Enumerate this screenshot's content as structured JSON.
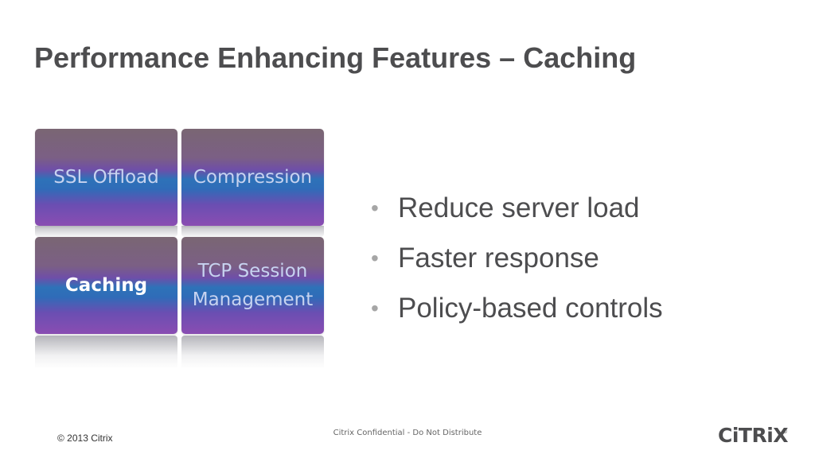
{
  "slide": {
    "title": "Performance Enhancing Features – Caching"
  },
  "tiles": [
    {
      "lines": [
        "SSL Offload"
      ],
      "active": false
    },
    {
      "lines": [
        "Compression"
      ],
      "active": false
    },
    {
      "lines": [
        "Caching"
      ],
      "active": true
    },
    {
      "lines": [
        "TCP Session",
        "Management"
      ],
      "active": false
    }
  ],
  "bullets": [
    "Reduce server load",
    "Faster response",
    "Policy-based controls"
  ],
  "footer": {
    "copyright": "© 2013 Citrix",
    "confidential": "Citrix Confidential - Do Not Distribute",
    "logo_text": "CiTRiX",
    "logo_mark": "®"
  },
  "colors": {
    "title": "#4d4d4f",
    "tile_top": "#7a6673",
    "tile_band": "#2e72b8",
    "tile_bottom": "#8a4db2",
    "bullet_dot": "#a6a6a6"
  }
}
